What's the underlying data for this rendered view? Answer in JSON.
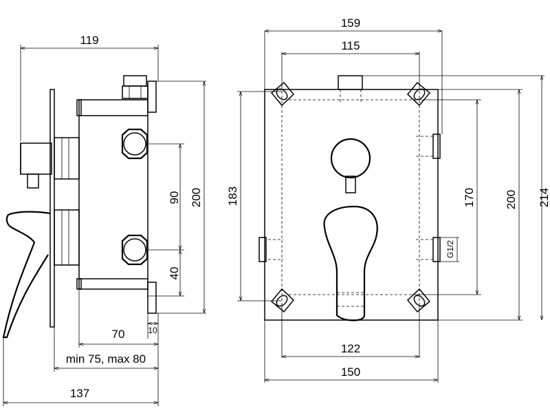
{
  "side_view": {
    "dim_top": "119",
    "dim_90": "90",
    "dim_200": "200",
    "dim_40": "40",
    "dim_70": "70",
    "dim_10": "10",
    "dim_range": "min 75, max 80",
    "dim_137": "137"
  },
  "front_view": {
    "dim_159": "159",
    "dim_115": "115",
    "dim_183": "183",
    "dim_170": "170",
    "dim_200": "200",
    "dim_214": "214",
    "thread": "G1/2",
    "dim_122": "122",
    "dim_150": "150"
  }
}
